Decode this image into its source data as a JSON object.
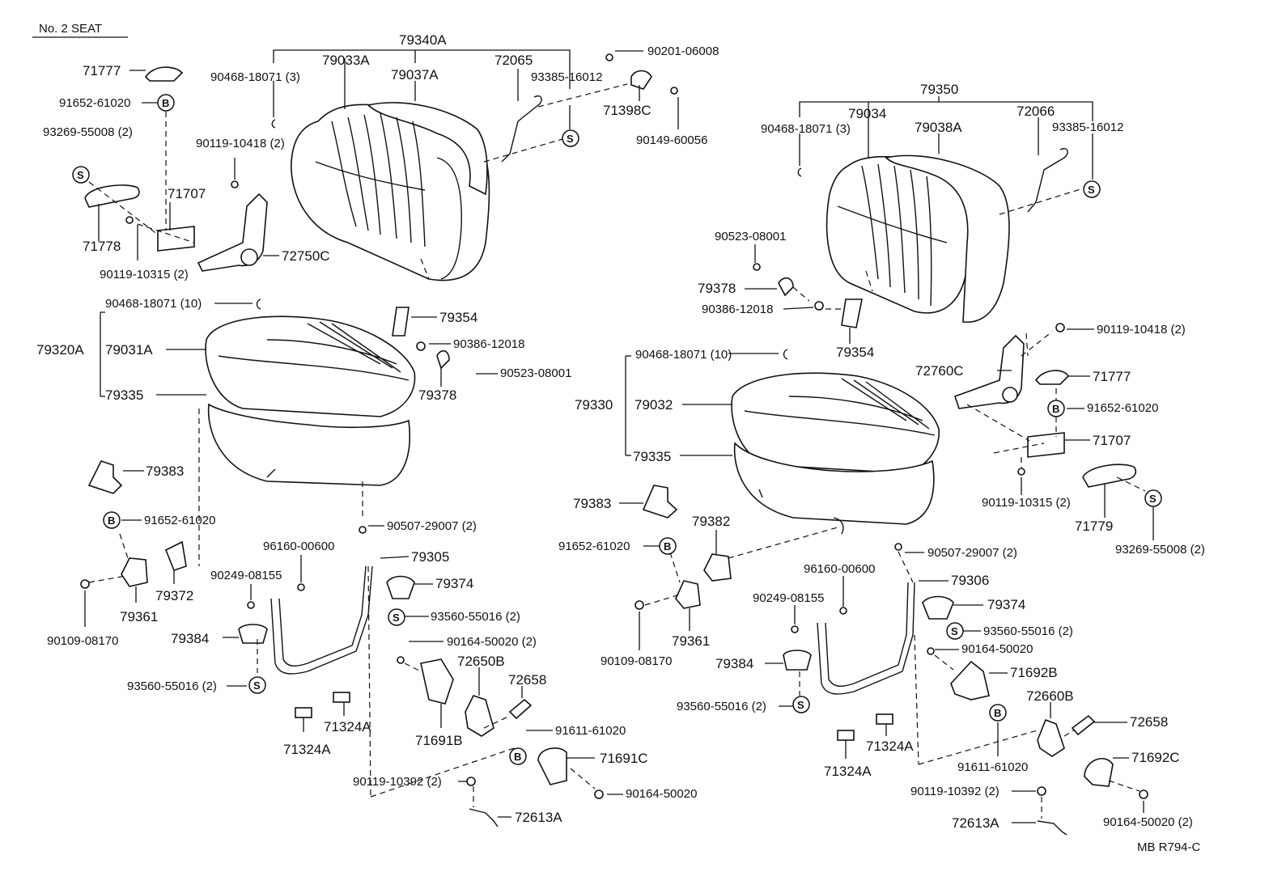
{
  "title": "No. 2 SEAT",
  "footer_code": "MB  R794-C",
  "symbols": {
    "b": "B",
    "s": "S"
  },
  "left_seat": {
    "backrest_assy": "79340A",
    "back_cover": "79033A",
    "back_pad": "79037A",
    "back_frame": "72065",
    "hog_ring": "90468-18071 (3)",
    "back_screw": "93385-16012",
    "cushion_assy": "79320A",
    "cushion_cover": "79031A",
    "cushion_pad": "79335",
    "cushion_hog_ring": "90468-18071 (10)",
    "hinge_cover": "71777",
    "hinge_pin": "91652-61020",
    "hinge_screw": "93269-55008 (2)",
    "hinge_bolt_a": "90119-10418 (2)",
    "hinge": "71707",
    "hinge_cover_lower": "71778",
    "hinge_bolt_b": "90119-10315 (2)",
    "recliner": "72750C",
    "bracket_plate": "71398C",
    "washer": "90201-06008",
    "bracket_bolt": "90149-60056",
    "headrest_support": "79354",
    "nut": "90386-12018",
    "clip_ring": "90523-08001",
    "clip": "79378",
    "side_cover": "79383",
    "pin_b": "91652-61020",
    "spring": "90507-29007 (2)",
    "cushion_frame": "79305",
    "retainer": "79374",
    "retainer_screw": "93560-55016 (2)",
    "grommet": "96160-00600",
    "bolt": "90249-08155",
    "bracket_a": "79372",
    "hinge_bracket": "79361",
    "hinge_bracket_bolt": "90109-08170",
    "retainer_b": "79384",
    "retainer_b_screw": "93560-55016 (2)",
    "cover_screw": "90164-50020 (2)",
    "lock": "72650B",
    "striker": "72658",
    "lock_cover": "71691B",
    "pin_c": "91611-61020",
    "cover_c": "71691C",
    "cover_c_screw": "90164-50020",
    "lock_bolt": "90119-10392 (2)",
    "lock_bracket": "72613A",
    "pad_a": "71324A",
    "pad_b": "71324A"
  },
  "right_seat": {
    "backrest_assy": "79350",
    "back_cover": "79034",
    "back_pad": "79038A",
    "back_frame": "72066",
    "hog_ring": "90468-18071 (3)",
    "back_screw": "93385-16012",
    "clip_ring": "90523-08001",
    "clip": "79378",
    "nut": "90386-12018",
    "headrest_support": "79354",
    "hinge_bolt_a": "90119-10418 (2)",
    "recliner": "72760C",
    "hinge_cover": "71777",
    "hinge_pin": "91652-61020",
    "hinge": "71707",
    "hinge_bolt_b": "90119-10315 (2)",
    "hinge_cover_lower": "71779",
    "hinge_screw": "93269-55008 (2)",
    "cushion_hog_ring": "90468-18071 (10)",
    "cushion_assy": "79330",
    "cushion_cover": "79032",
    "cushion_pad": "79335",
    "side_cover": "79383",
    "bracket_a": "79382",
    "pin_b": "91652-61020",
    "hinge_bracket": "79361",
    "hinge_bracket_bolt": "90109-08170",
    "spring": "90507-29007 (2)",
    "grommet": "96160-00600",
    "cushion_frame": "79306",
    "bolt": "90249-08155",
    "retainer": "79374",
    "retainer_screw": "93560-55016 (2)",
    "retainer_b": "79384",
    "retainer_b_screw": "93560-55016 (2)",
    "cover_screw": "90164-50020",
    "lock_cover": "71692B",
    "lock": "72660B",
    "striker": "72658",
    "pin_c": "91611-61020",
    "cover_c": "71692C",
    "cover_c_screw": "90164-50020 (2)",
    "lock_bolt": "90119-10392 (2)",
    "lock_bracket": "72613A",
    "pad_a": "71324A",
    "pad_b": "71324A"
  }
}
